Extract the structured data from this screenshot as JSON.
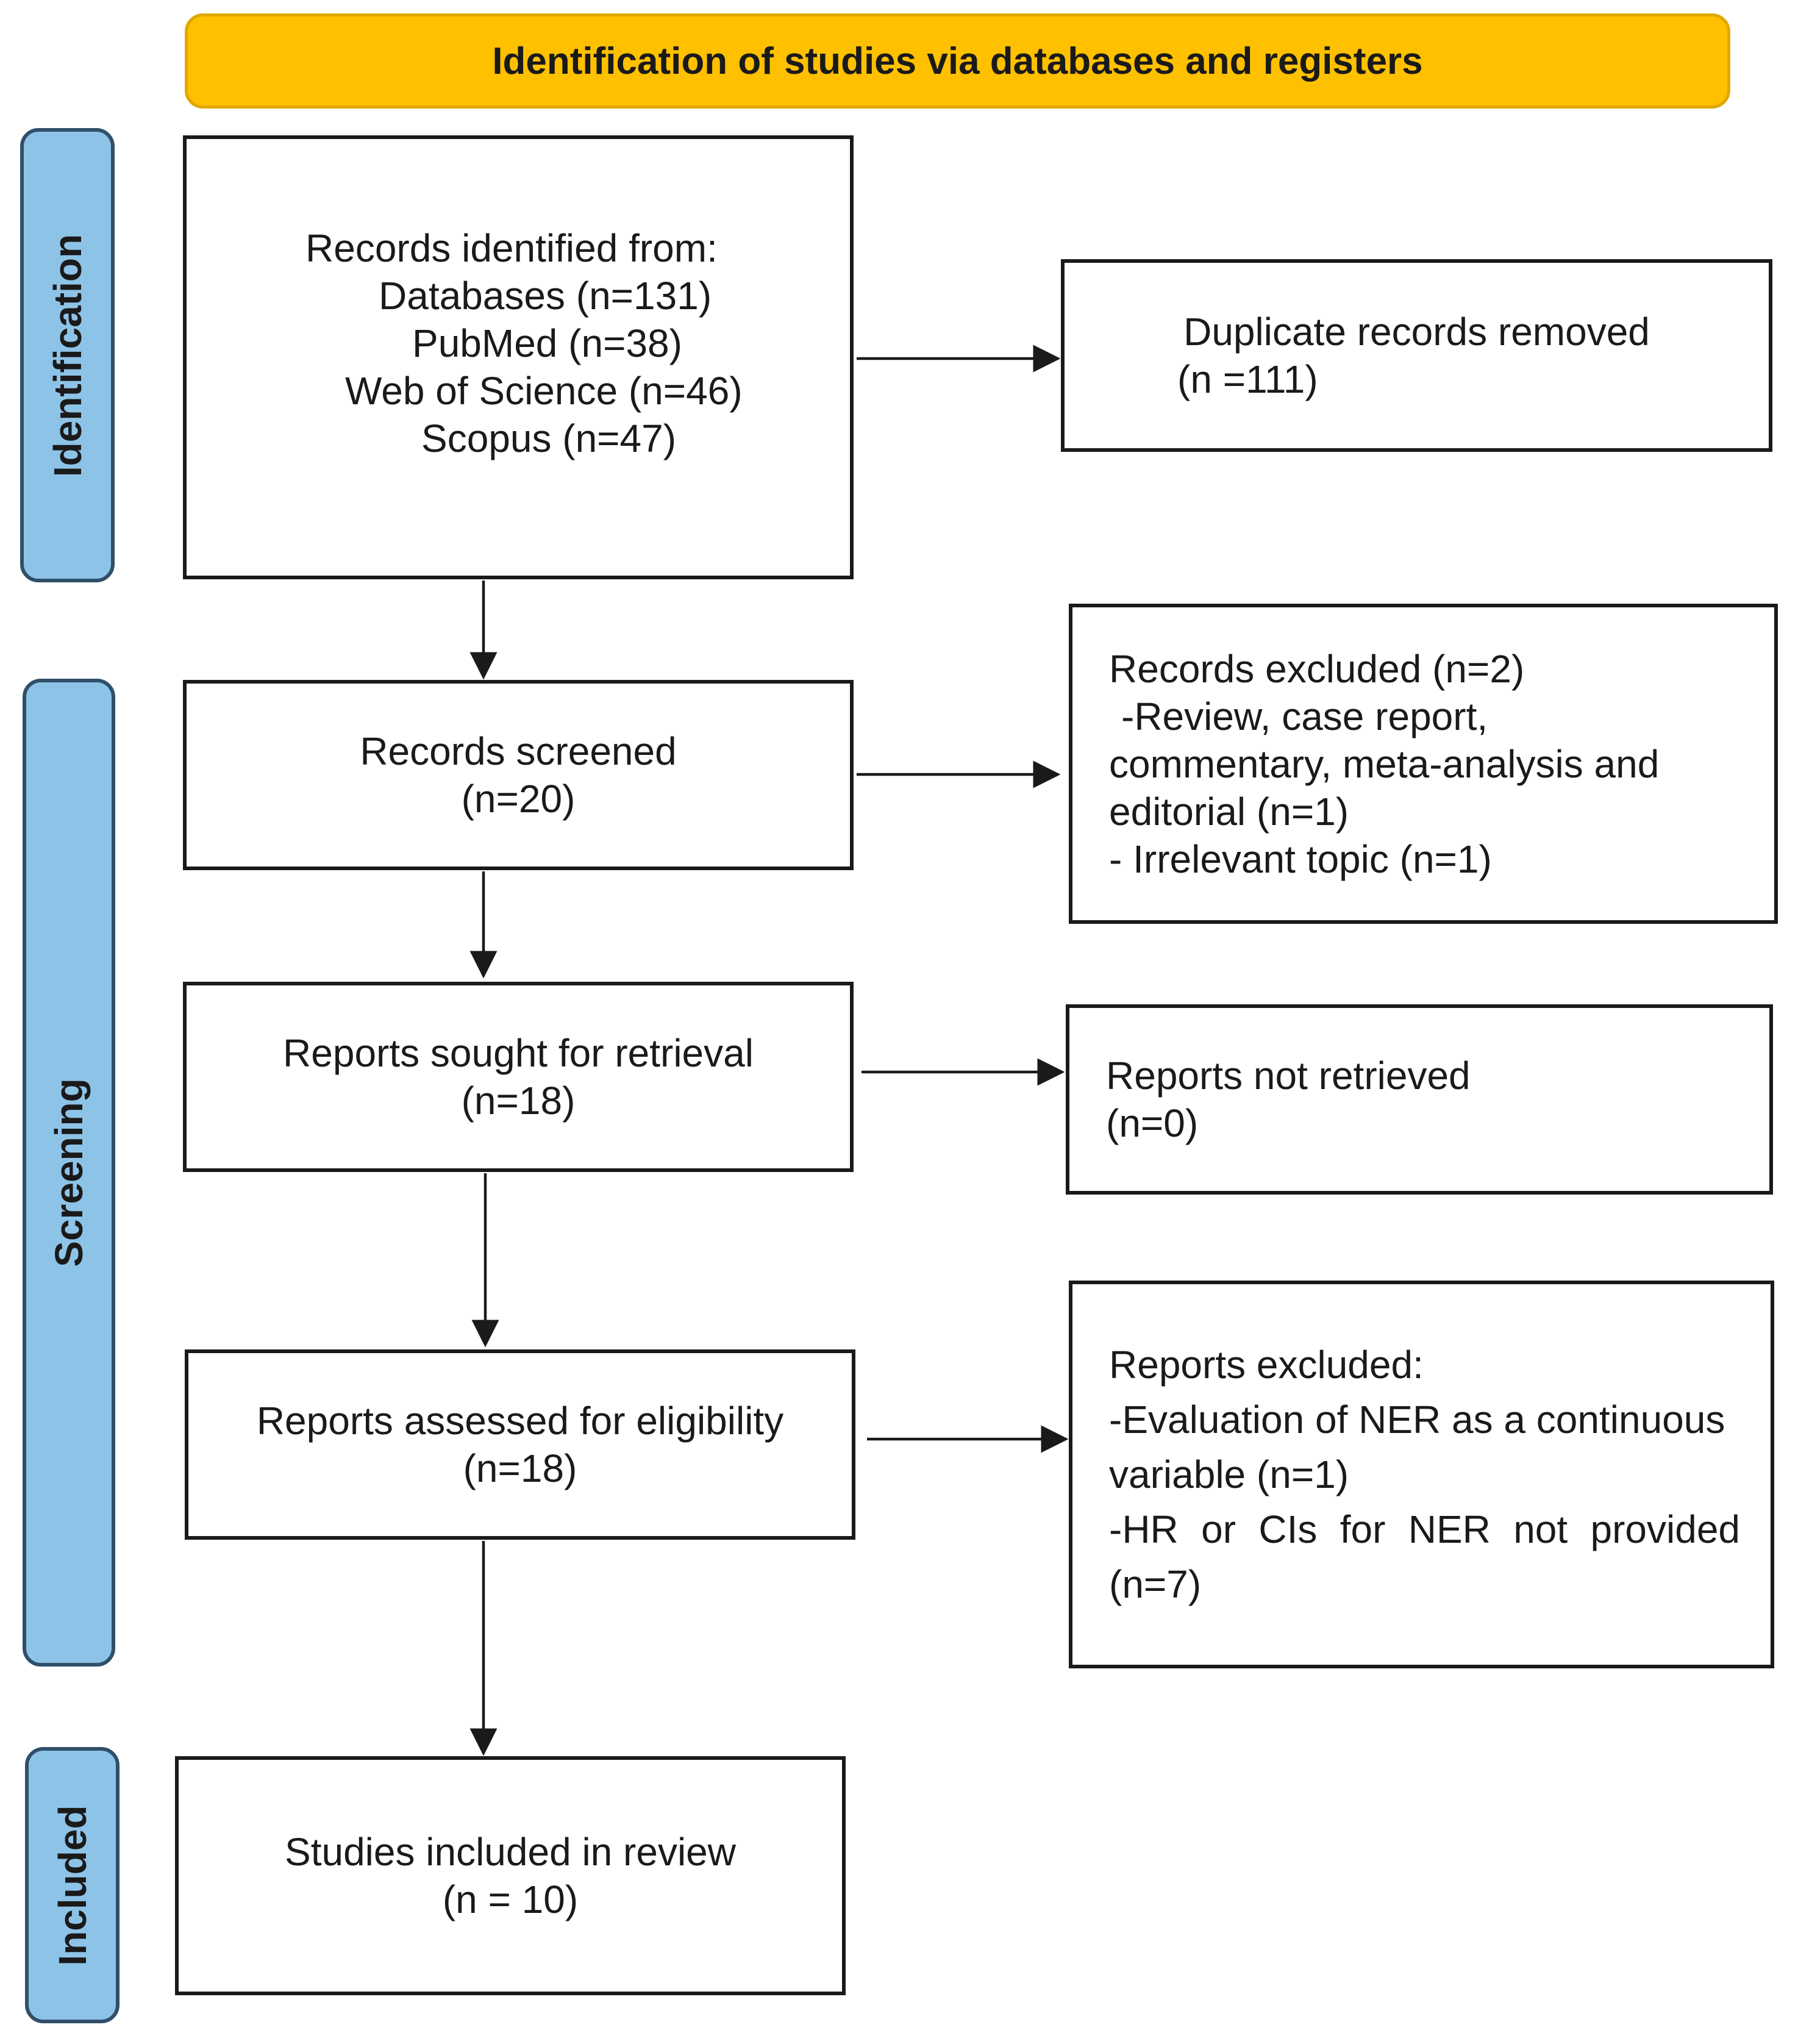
{
  "header": {
    "title": "Identification of studies via databases and registers"
  },
  "phases": {
    "identification": "Identification",
    "screening": "Screening",
    "included": "Included"
  },
  "identified": {
    "heading": "Records identified from:",
    "lines": [
      "Databases (n=131)",
      "PubMed (n=38)",
      "Web of Science (n=46)",
      "Scopus (n=47)"
    ]
  },
  "duplicates": {
    "line1": "Duplicate records removed",
    "line2": "(n =111)"
  },
  "screened": {
    "line1": "Records screened",
    "line2": "(n=20)"
  },
  "records_excluded": {
    "line1": "Records excluded (n=2)",
    "line2": "-Review, case report,",
    "line3": "commentary, meta-analysis and",
    "line4": "editorial (n=1)",
    "line5": "- Irrelevant topic (n=1)"
  },
  "sought": {
    "line1": "Reports sought for retrieval",
    "line2": "(n=18)"
  },
  "not_retrieved": {
    "line1": "Reports not retrieved",
    "line2": "(n=0)"
  },
  "assessed": {
    "line1": "Reports assessed for eligibility",
    "line2": "(n=18)"
  },
  "reports_excluded": {
    "line1": "Reports excluded:",
    "line2": "-Evaluation of NER as a continuous",
    "line3": "variable (n=1)",
    "line4": "-HR or CIs for NER not provided",
    "line5": "(n=7)"
  },
  "included": {
    "line1": "Studies included in review",
    "line2": "(n = 10)"
  }
}
